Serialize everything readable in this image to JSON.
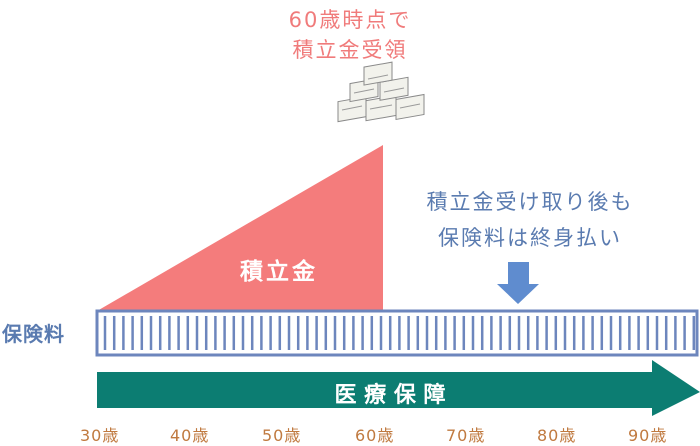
{
  "top_caption": {
    "line1": "60歳時点で",
    "line2": "積立金受領"
  },
  "right_caption": {
    "line1": "積立金受け取り後も",
    "line2": "保険料は終身払い"
  },
  "savings_label": "積立金",
  "premium_label": "保険料",
  "coverage_label": "医 療 保 障",
  "age_ticks": [
    "30歳",
    "40歳",
    "50歳",
    "60歳",
    "70歳",
    "80歳",
    "90歳"
  ],
  "colors": {
    "savings": "#f47c7c",
    "premium_bar": "#6d86bd",
    "coverage_arrow": "#0c7d72",
    "down_arrow": "#5f8ccf",
    "age_text": "#c07a40"
  },
  "icons": {
    "money": "money-stack-icon",
    "down": "arrow-down-icon"
  }
}
